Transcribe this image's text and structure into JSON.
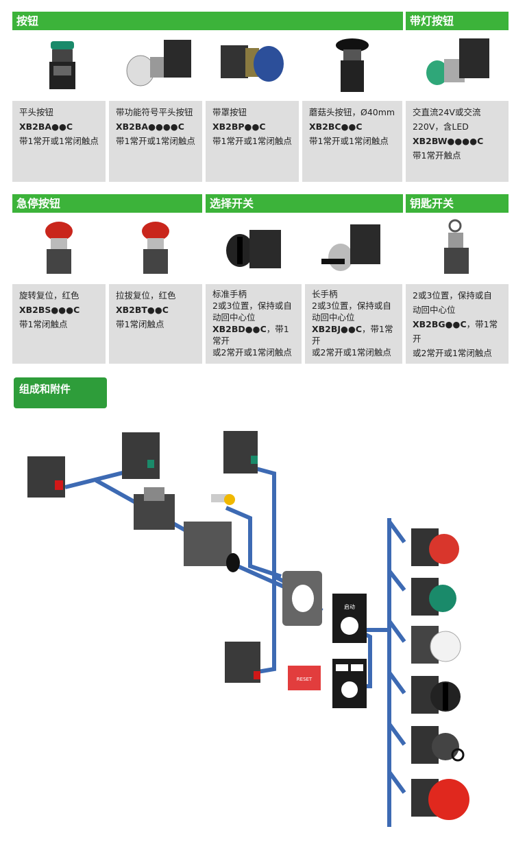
{
  "headers": {
    "buttons": "按钮",
    "lit_buttons": "带灯按钮",
    "estop": "急停按钮",
    "selector": "选择开关",
    "key": "钥匙开关"
  },
  "row1": [
    {
      "line1": "平头按钮",
      "code": "XB2BA●●C",
      "line3": "带1常开或1常闭触点"
    },
    {
      "line1": "带功能符号平头按钮",
      "code": "XB2BA●●●●C",
      "line3": "带1常开或1常闭触点"
    },
    {
      "line1": "带罩按钮",
      "code": "XB2BP●●C",
      "line3": "带1常开或1常闭触点"
    },
    {
      "line1": "蘑菇头按钮，Ø40mm",
      "code": "XB2BC●●C",
      "line3": "带1常开或1常闭触点"
    },
    {
      "line1": "交直流24V或交流",
      "line1b": "220V，含LED",
      "code": "XB2BW●●●●C",
      "line3": "带1常开触点"
    }
  ],
  "row2": [
    {
      "line1": "旋转复位，红色",
      "code": "XB2BS●●●C",
      "line3": "带1常闭触点"
    },
    {
      "line1": "拉拔复位，红色",
      "code": "XB2BT●●C",
      "line3": "带1常闭触点"
    },
    {
      "line1": "标准手柄",
      "line2": "2或3位置，保持或自",
      "line2b": "动回中心位",
      "code": "XB2BD●●C",
      "code_suffix": "，带1常开",
      "line3": "或2常开或1常闭触点"
    },
    {
      "line1": "长手柄",
      "line2": "2或3位置，保持或自",
      "line2b": "动回中心位",
      "code": "XB2BJ●●C",
      "code_suffix": "，带1常开",
      "line3": "或2常开或1常闭触点"
    },
    {
      "line1": "2或3位置，保持或自",
      "line2": "动回中心位",
      "code": "XB2BG●●C",
      "code_suffix": "，带1常开",
      "line3": "或2常开或1常闭触点"
    }
  ],
  "components_button": "组成和附件",
  "diagram": {
    "plate_label_start": "启动",
    "plate_label_reset": "RESET",
    "accent_blue": "#3d6ab3",
    "heads": [
      "red-flush-head",
      "green-flush-head",
      "white-flush-head",
      "selector-head",
      "key-head",
      "estop-head"
    ]
  },
  "colors": {
    "header_green": "#3cb33a",
    "desc_gray": "#dedede"
  }
}
